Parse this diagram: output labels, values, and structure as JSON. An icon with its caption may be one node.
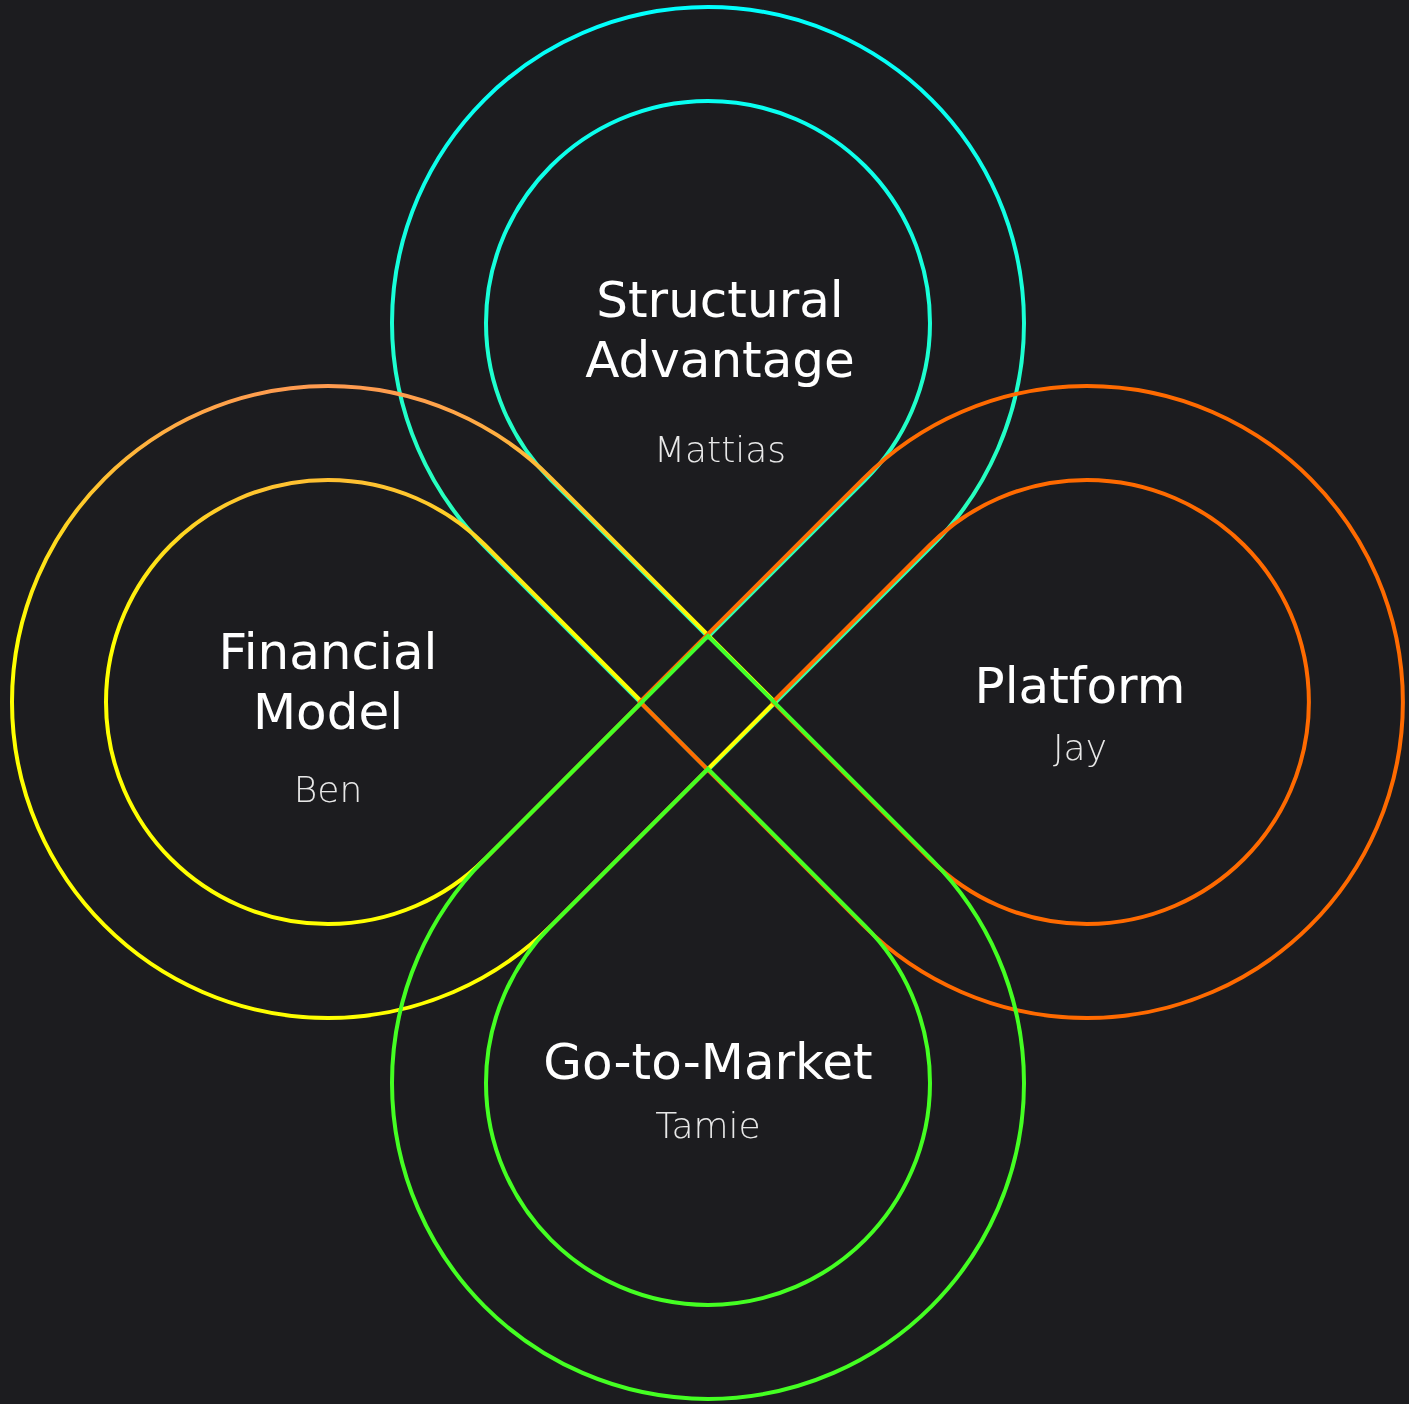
{
  "diagram": {
    "nodes": [
      {
        "text": [
          "Structural Advantage",
          "Mattias"
        ]
      },
      {
        "text": [
          "Financial Model",
          "Ben"
        ]
      },
      {
        "text": [
          "Platform",
          "Jay"
        ]
      },
      {
        "text": [
          "Go-to-Market",
          "Tamie"
        ]
      }
    ]
  }
}
